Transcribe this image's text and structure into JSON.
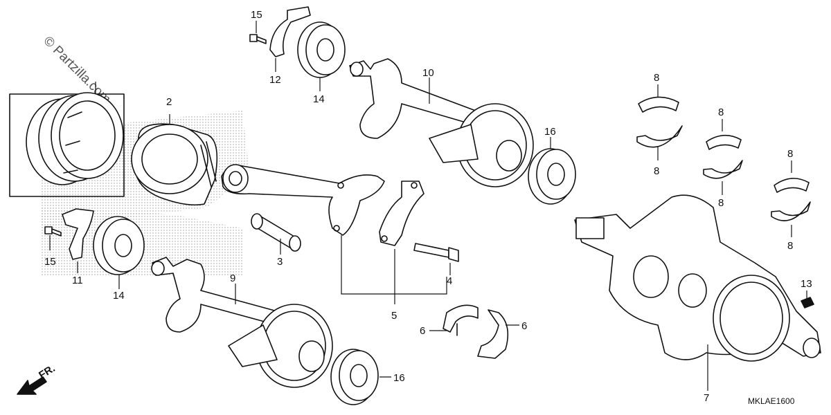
{
  "diagram": {
    "watermark": "© Partzilla.com",
    "diagram_code": "MKLAE1600",
    "front_indicator": "FR.",
    "callouts": {
      "c1": "2",
      "c2": "3",
      "c3": "4",
      "c4": "5",
      "c5": "6",
      "c6": "6",
      "c7": "7",
      "c8": "8",
      "c9": "8",
      "c10": "8",
      "c11": "8",
      "c12": "8",
      "c13": "8",
      "c14": "9",
      "c15": "10",
      "c16": "11",
      "c17": "12",
      "c18": "13",
      "c19": "14",
      "c20": "14",
      "c21": "15",
      "c22": "15",
      "c23": "16",
      "c24": "16"
    }
  }
}
